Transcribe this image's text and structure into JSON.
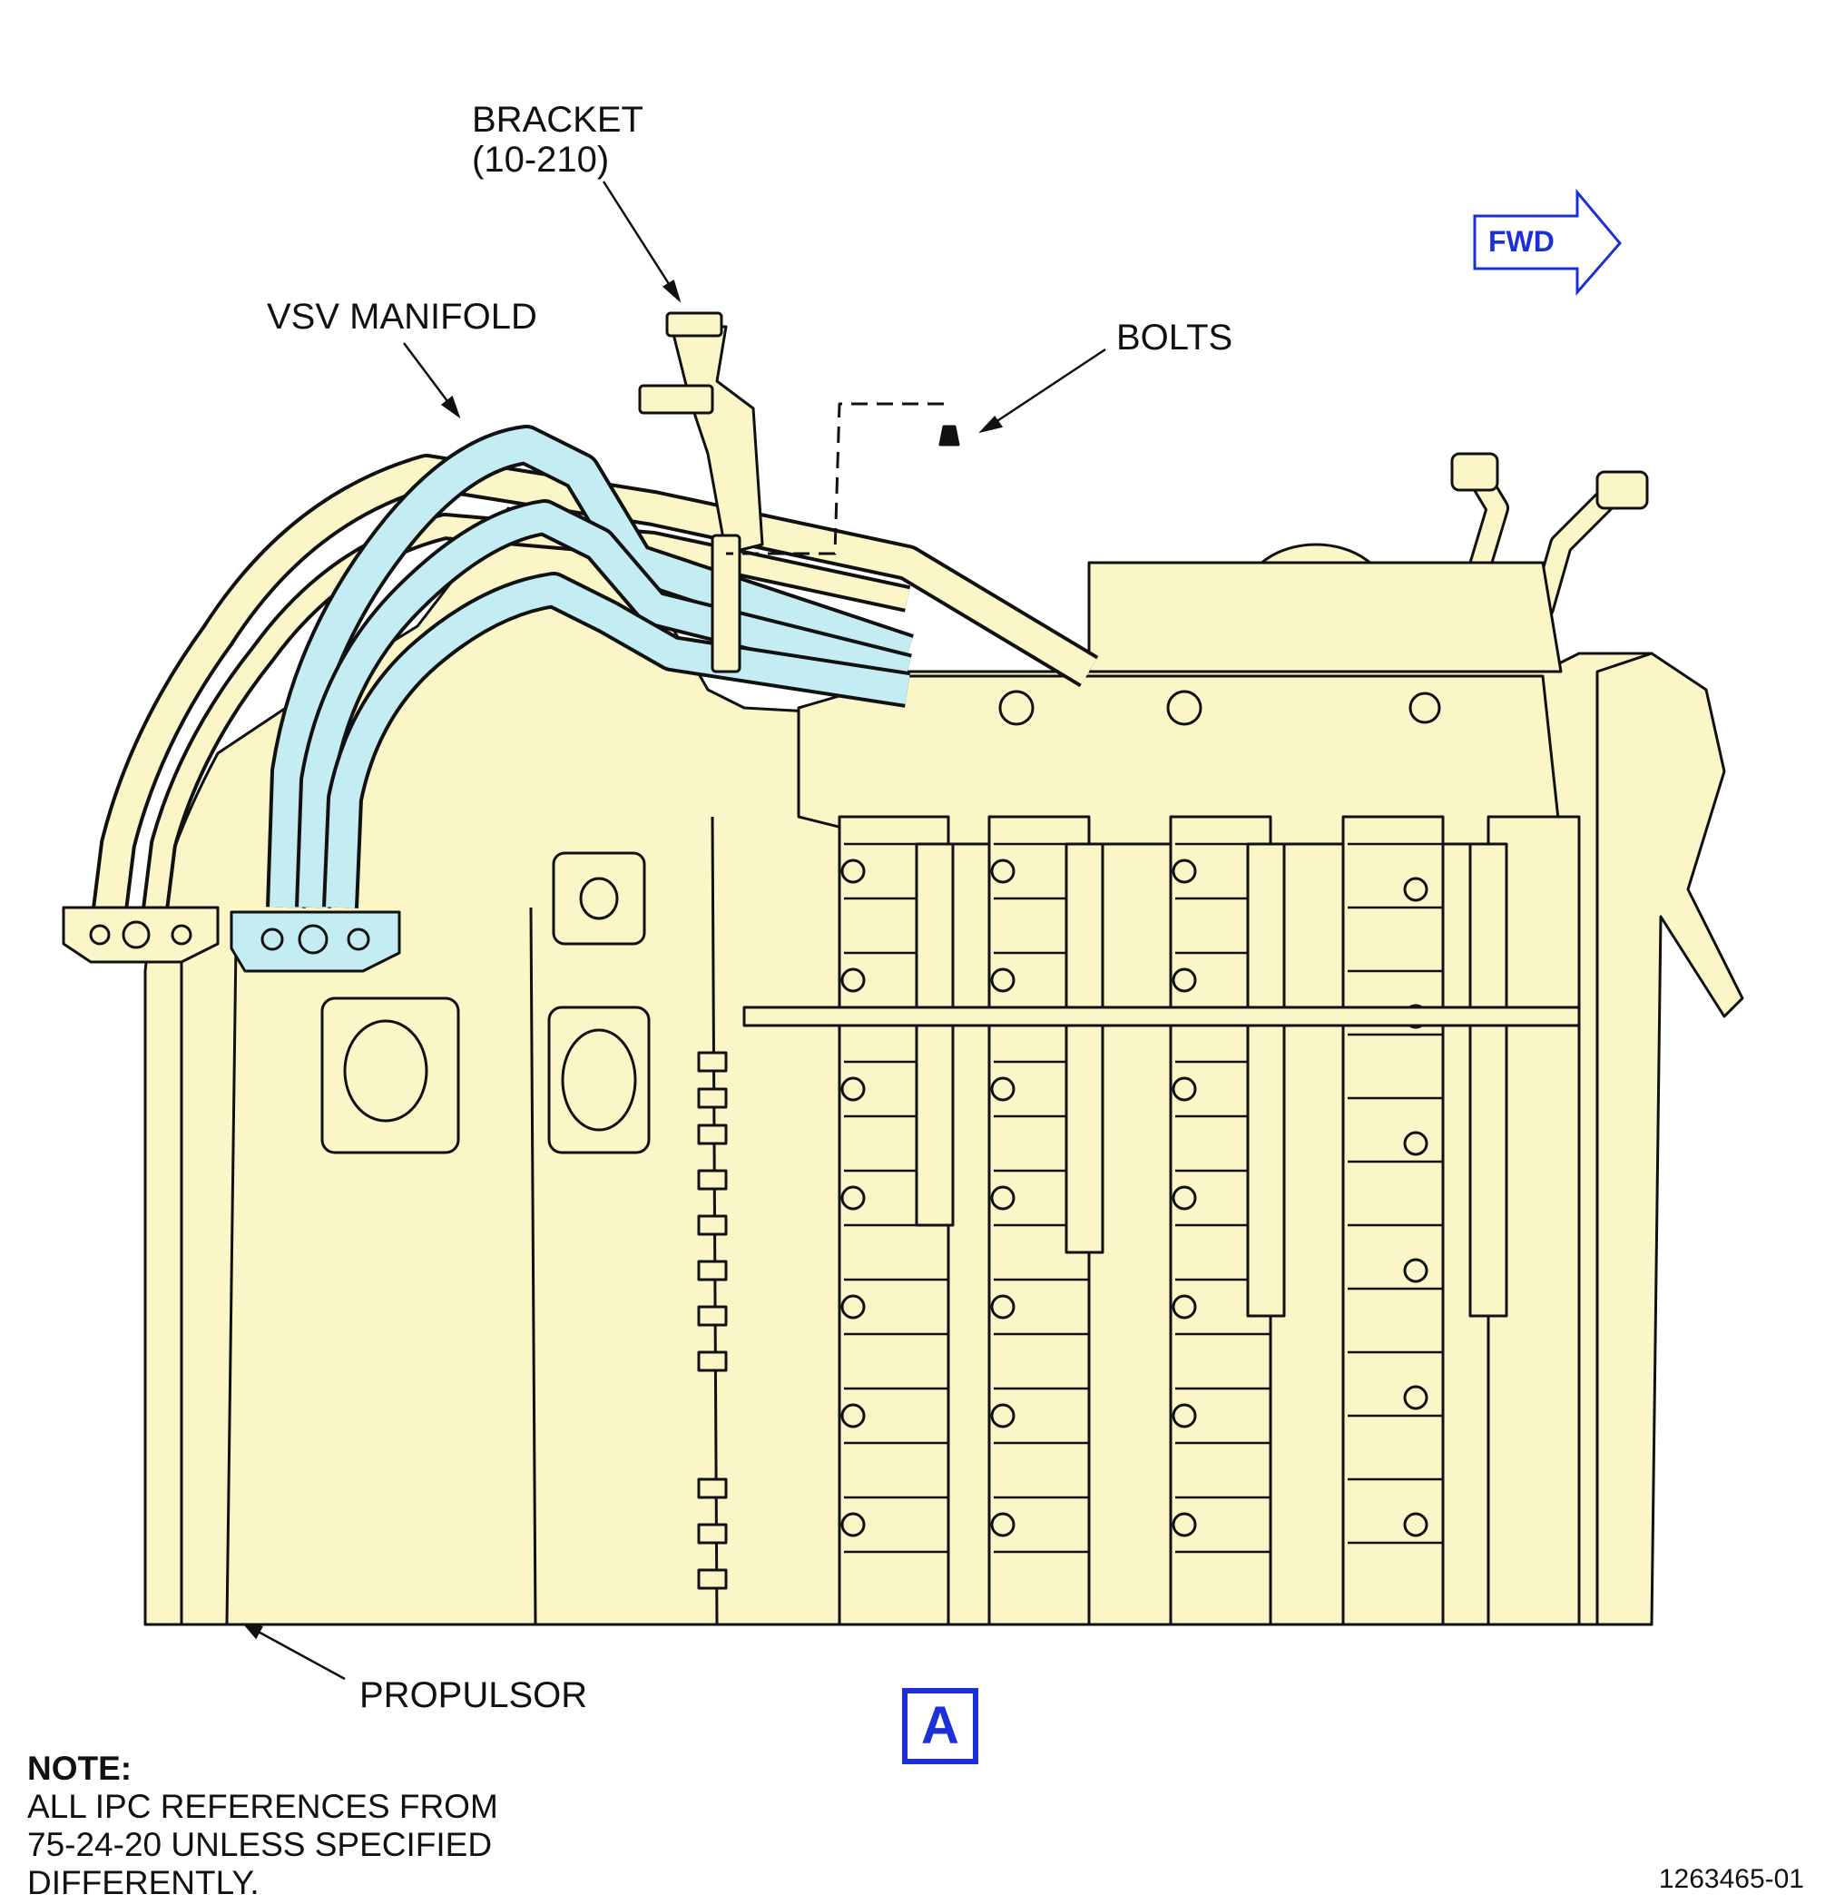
{
  "callouts": {
    "bracket": {
      "name": "BRACKET",
      "ref": "(10-210)"
    },
    "vsv_manifold": "VSV MANIFOLD",
    "bolts": "BOLTS",
    "propulsor": "PROPULSOR"
  },
  "fwd_arrow": {
    "label": "FWD",
    "color": "#1d2fd6"
  },
  "view_label": "A",
  "note": {
    "heading": "NOTE:",
    "text": "ALL IPC REFERENCES FROM\n75-24-20 UNLESS SPECIFIED\nDIFFERENTLY."
  },
  "figure_id": "1263465-01",
  "colors": {
    "engine_fill": "#fbf6c8",
    "highlight_fill": "#c4ecf3",
    "line": "#111111",
    "accent": "#1d2fd6"
  }
}
